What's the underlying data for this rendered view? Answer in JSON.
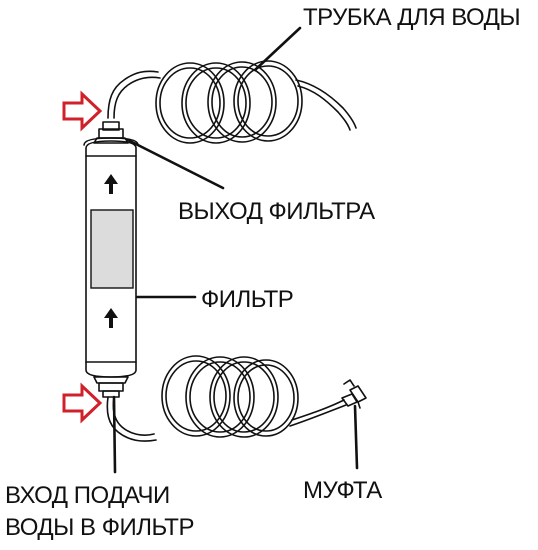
{
  "labels": {
    "water_tube": "ТРУБКА ДЛЯ ВОДЫ",
    "filter_output": "ВЫХОД ФИЛЬТРА",
    "filter": "ФИЛЬТР",
    "coupling": "МУФТА",
    "water_input_line1": "ВХОД ПОДАЧИ",
    "water_input_line2": "ВОДЫ В ФИЛЬТР"
  },
  "colors": {
    "line": "#111111",
    "arrow_outline": "#d0202a",
    "label_window": "#dcdcdc",
    "background": "#ffffff"
  },
  "icons": {
    "flow_marker": "arrow-up-icon",
    "inlet_outlet_marker": "red-outline-arrow-right-icon"
  }
}
